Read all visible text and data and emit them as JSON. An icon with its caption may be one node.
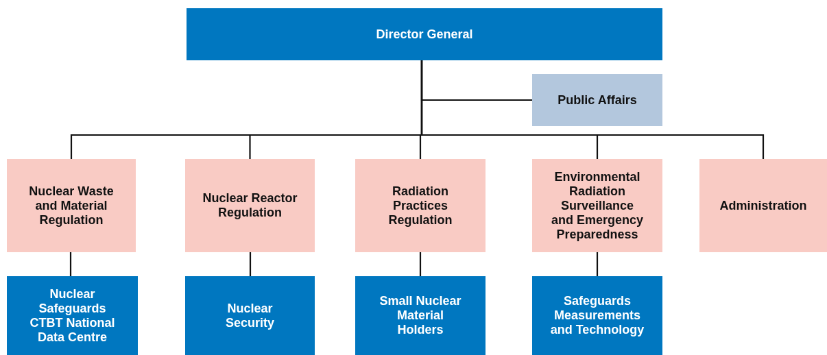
{
  "diagram": {
    "nodes": [
      {
        "text": [
          "Director General"
        ]
      },
      {
        "text": [
          "Public Affairs"
        ]
      },
      {
        "text": [
          "Nuclear Waste and Material Regulation"
        ]
      },
      {
        "text": [
          "Nuclear Reactor Regulation"
        ]
      },
      {
        "text": [
          "Radiation Practices Regulation"
        ]
      },
      {
        "text": [
          "Environmental Radiation Surveillance and Emergency Preparedness"
        ]
      },
      {
        "text": [
          "Administration"
        ]
      },
      {
        "text": [
          "Nuclear Safeguards CTBT National Data Centre"
        ]
      },
      {
        "text": [
          "Nuclear Security"
        ]
      },
      {
        "text": [
          "Small Nuclear Material Holders"
        ]
      },
      {
        "text": [
          "Safeguards Measurements and Technology"
        ]
      }
    ],
    "edges": [
      {
        "from": 0,
        "to": 1,
        "arrow": "none"
      },
      {
        "from": 0,
        "to": 2,
        "arrow": "none"
      },
      {
        "from": 0,
        "to": 3,
        "arrow": "none"
      },
      {
        "from": 0,
        "to": 4,
        "arrow": "none"
      },
      {
        "from": 0,
        "to": 5,
        "arrow": "none"
      },
      {
        "from": 0,
        "to": 6,
        "arrow": "none"
      },
      {
        "from": 2,
        "to": 7,
        "arrow": "none"
      },
      {
        "from": 3,
        "to": 8,
        "arrow": "none"
      },
      {
        "from": 4,
        "to": 9,
        "arrow": "none"
      },
      {
        "from": 5,
        "to": 10,
        "arrow": "none"
      }
    ]
  }
}
